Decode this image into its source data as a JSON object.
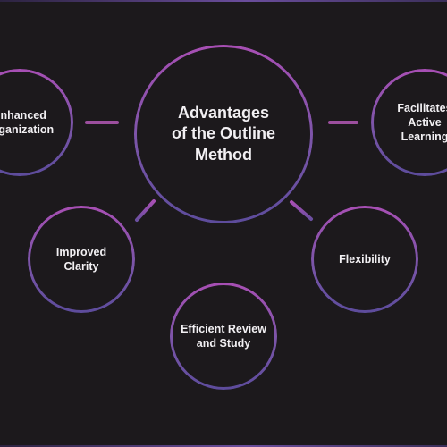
{
  "diagram": {
    "center": {
      "label": "Advantages\nof the Outline\nMethod"
    },
    "nodes": [
      {
        "id": "org",
        "label": "Enhanced\nOrganization"
      },
      {
        "id": "fac",
        "label": "Facilitates\nActive\nLearning"
      },
      {
        "id": "cla",
        "label": "Improved\nClarity"
      },
      {
        "id": "flx",
        "label": "Flexibility"
      },
      {
        "id": "rev",
        "label": "Efficient Review\nand Study"
      }
    ]
  },
  "colors": {
    "background": "#1c191c",
    "ring_top": "#a84fb4",
    "ring_bottom": "#5d4c9c",
    "text": "#f2f0f3"
  }
}
